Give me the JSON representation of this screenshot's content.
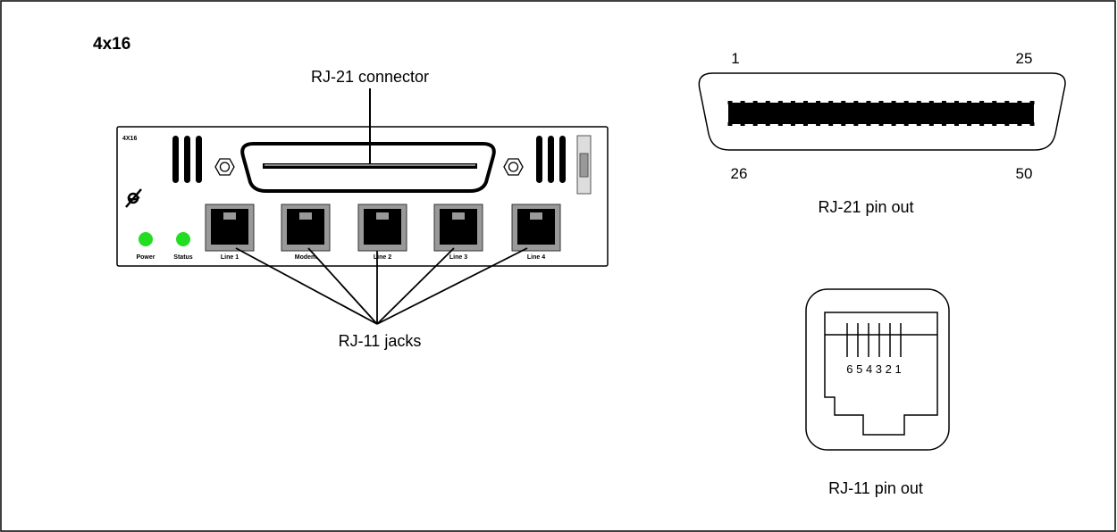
{
  "model_heading": "4x16",
  "panel": {
    "model_label": "4X16",
    "led_labels": [
      "Power",
      "Status"
    ],
    "jack_labels": [
      "Line 1",
      "Modem",
      "Line 2",
      "Line 3",
      "Line 4"
    ],
    "led_color": "#22dd22"
  },
  "callouts": {
    "rj21_connector": "RJ-21 connector",
    "rj11_jacks": "RJ-11 jacks"
  },
  "rj21_pinout": {
    "caption": "RJ-21 pin out",
    "pin_top_left": "1",
    "pin_top_right": "25",
    "pin_bottom_left": "26",
    "pin_bottom_right": "50"
  },
  "rj11_pinout": {
    "caption": "RJ-11 pin out",
    "pin_numbers": "6 5 4 3 2 1"
  }
}
